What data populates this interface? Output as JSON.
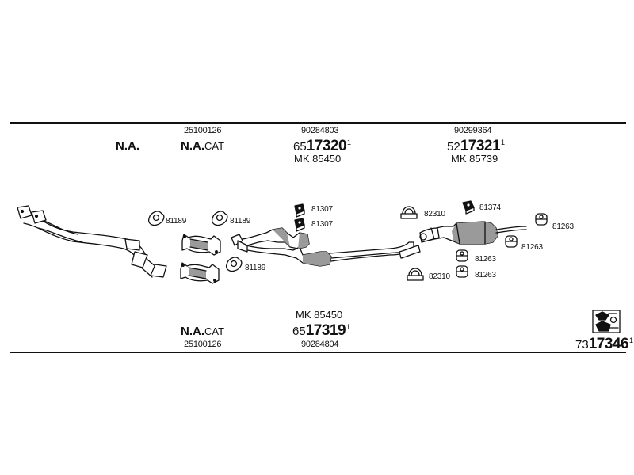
{
  "top": {
    "col1": {
      "label": "N.A."
    },
    "col2": {
      "code": "25100126",
      "label_main": "N.A.",
      "label_suffix": "CAT"
    },
    "col3": {
      "code": "90284803",
      "prefix": "65",
      "main": "17320",
      "sup": "1",
      "mk": "MK  85450"
    },
    "col4": {
      "code": "90299364",
      "prefix": "52",
      "main": "17321",
      "sup": "1",
      "mk": "MK  85739"
    }
  },
  "bottom": {
    "col2": {
      "label_main": "N.A.",
      "label_suffix": "CAT",
      "code": "25100126"
    },
    "col3": {
      "mk": "MK  85450",
      "prefix": "65",
      "main": "17319",
      "sup": "1",
      "code": "90284804"
    },
    "ref": {
      "prefix": "73",
      "main": "17346",
      "sup": "1"
    }
  },
  "parts": [
    {
      "id": "gasket-a",
      "label": "81189"
    },
    {
      "id": "gasket-b",
      "label": "81189"
    },
    {
      "id": "gasket-c",
      "label": "81189"
    },
    {
      "id": "rubber-a",
      "label": "81307"
    },
    {
      "id": "rubber-b",
      "label": "81307"
    },
    {
      "id": "clamp-a",
      "label": "82310"
    },
    {
      "id": "rubber-c",
      "label": "81374"
    },
    {
      "id": "rubber-d",
      "label": "81263"
    },
    {
      "id": "rubber-e",
      "label": "81263"
    },
    {
      "id": "rubber-f",
      "label": "81263"
    },
    {
      "id": "clamp-b",
      "label": "82310"
    },
    {
      "id": "rubber-g",
      "label": "81263"
    }
  ],
  "colors": {
    "ink": "#111111",
    "background": "#ffffff",
    "shade": "#9a9a9a"
  }
}
